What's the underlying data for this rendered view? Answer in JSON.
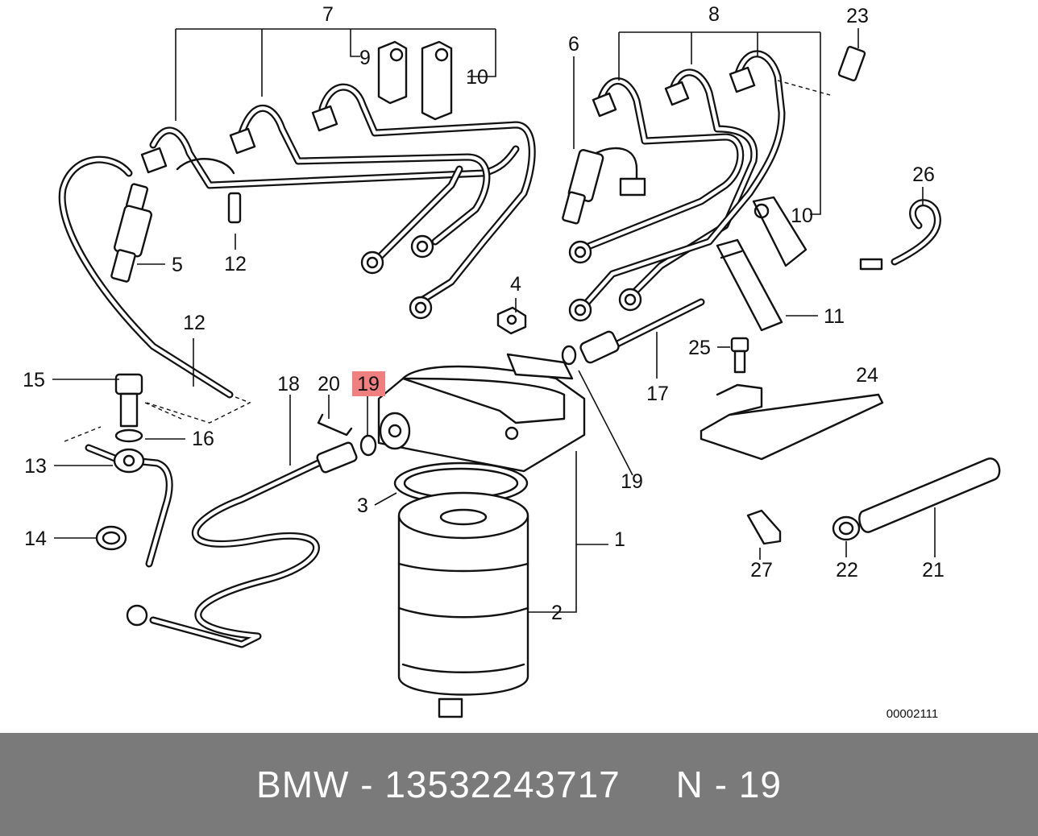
{
  "diagram": {
    "callouts": {
      "c1": "1",
      "c2": "2",
      "c3": "3",
      "c4": "4",
      "c5": "5",
      "c6": "6",
      "c7": "7",
      "c8": "8",
      "c9": "9",
      "c10a": "10",
      "c10b": "10",
      "c11": "11",
      "c12a": "12",
      "c12b": "12",
      "c13": "13",
      "c14": "14",
      "c15": "15",
      "c16": "16",
      "c17": "17",
      "c18": "18",
      "c19a": "19",
      "c19b": "19",
      "c20": "20",
      "c21": "21",
      "c22": "22",
      "c23": "23",
      "c24": "24",
      "c25": "25",
      "c26": "26",
      "c27": "27"
    },
    "highlighted_callout": "19",
    "highlight_color": "#f08080",
    "reference_number": "00002111"
  },
  "footer": {
    "brand": "BMW",
    "separator": "-",
    "part_number": "13532243717",
    "position_label": "N",
    "position_separator": "-",
    "position_number": "19",
    "background_color": "#7a7a7a"
  }
}
